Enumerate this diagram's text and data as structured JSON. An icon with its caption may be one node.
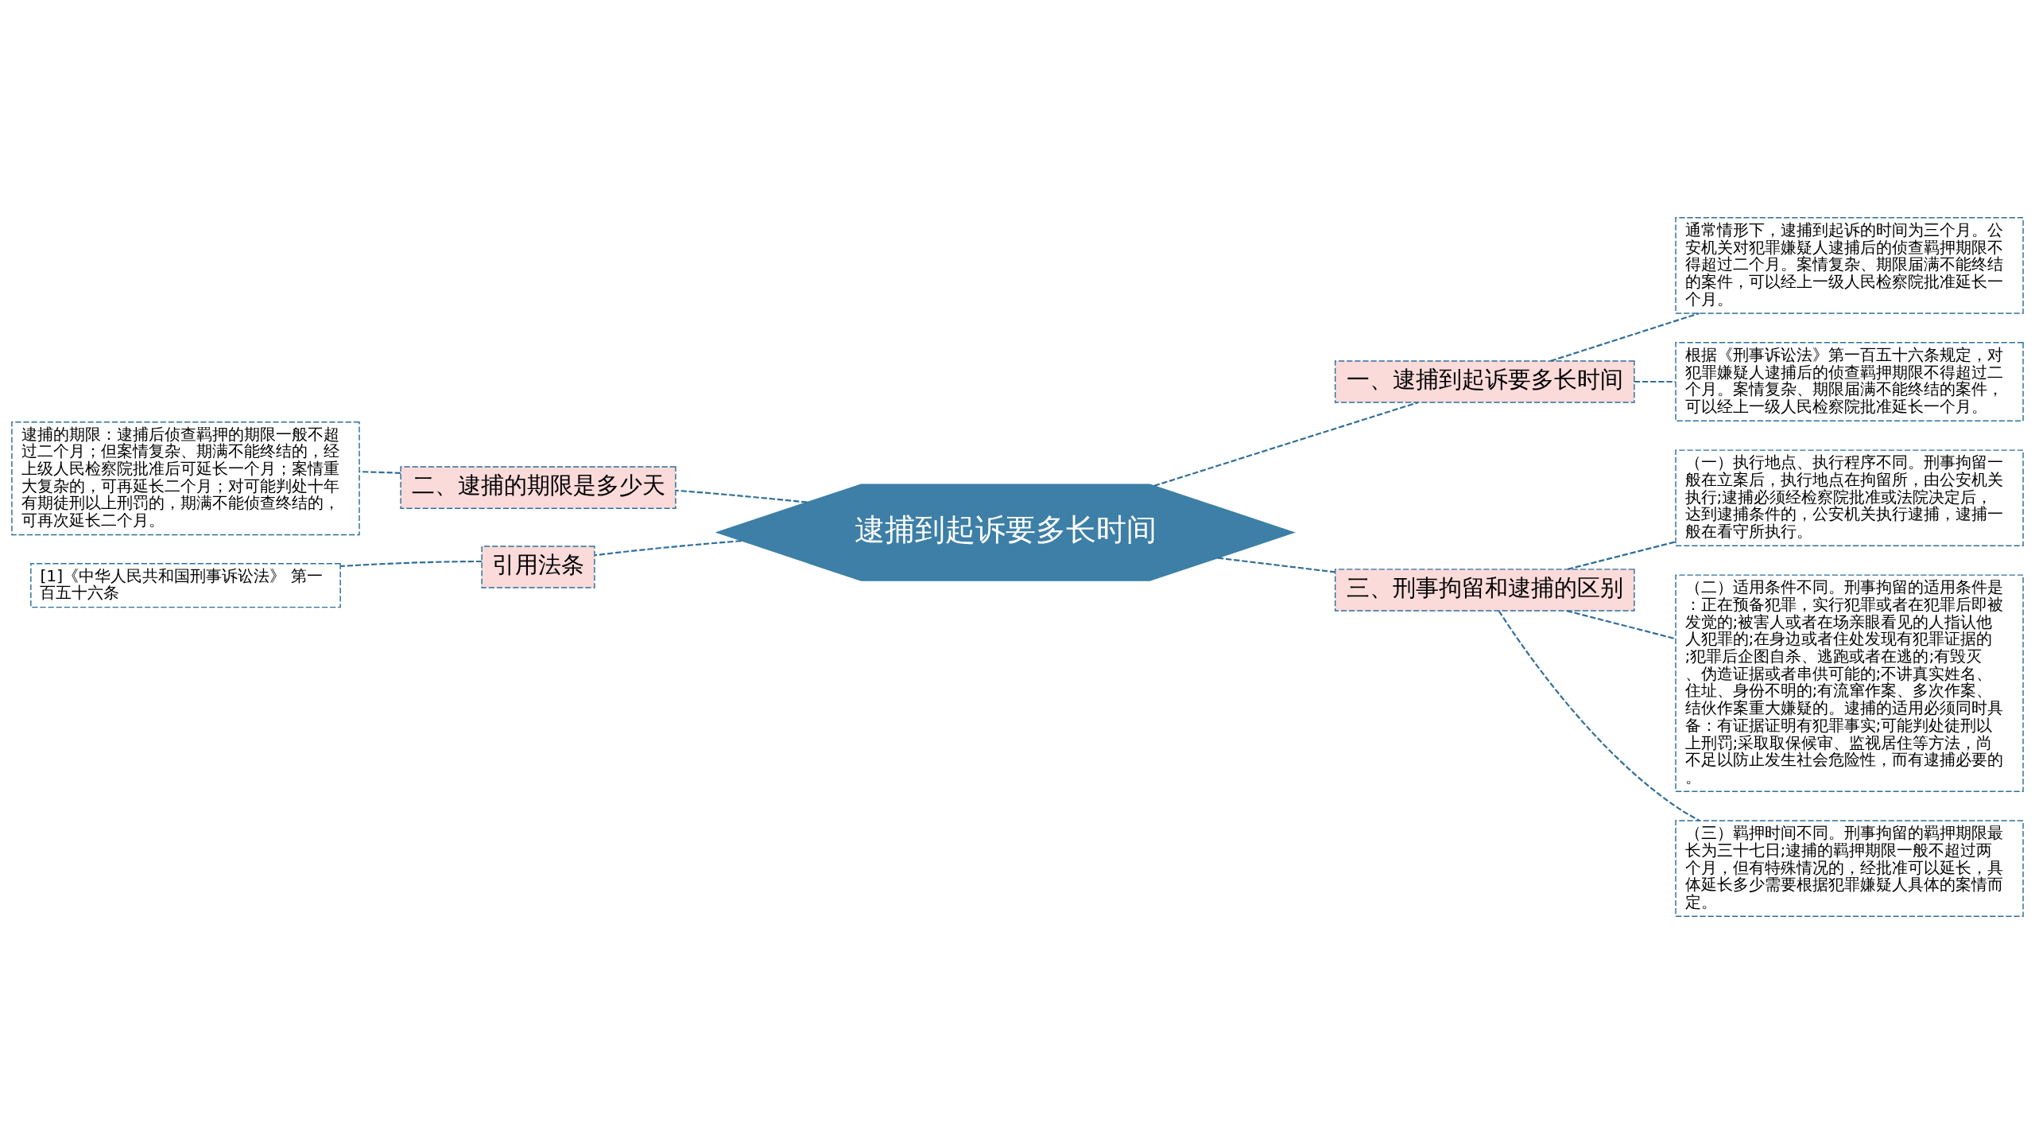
{
  "diagram": {
    "nodes": [
      {
        "text": [
          "逮捕到起诉要多长时间"
        ]
      },
      {
        "text": [
          "一、逮捕到起诉要多长时间"
        ]
      },
      {
        "text": [
          "通常情形下，逮捕到起诉的时间为三个月。公安机关对犯罪嫌疑人逮捕后的侦查羁押期限不得超过二个月。案情复杂、期限届满不能终结的案件，可以经上一级人民检察院批准延长一个月。"
        ]
      },
      {
        "text": [
          "根据《刑事诉讼法》第一百五十六条规定，对犯罪嫌疑人逮捕后的侦查羁押期限不得超过二个月。案情复杂、期限届满不能终结的案件，可以经上一级人民检察院批准延长一个月。"
        ]
      },
      {
        "text": [
          "三、刑事拘留和逮捕的区别"
        ]
      },
      {
        "text": [
          "（一）执行地点、执行程序不同。刑事拘留一般在立案后，执行地点在拘留所，由公安机关执行;逮捕必须经检察院批准或法院决定后，达到逮捕条件的，公安机关执行逮捕，逮捕一般在看守所执行。"
        ]
      },
      {
        "text": [
          "（二）适用条件不同。刑事拘留的适用条件是：正在预备犯罪，实行犯罪或者在犯罪后即被发觉的;被害人或者在场亲眼看见的人指认他人犯罪的;在身边或者住处发现有犯罪证据的;犯罪后企图自杀、逃跑或者在逃的;有毁灭、伪造证据或者串供可能的;不讲真实姓名、住址、身份不明的;有流窜作案、多次作案、结伙作案重大嫌疑的。逮捕的适用必须同时具备：有证据证明有犯罪事实;可能判处徒刑以上刑罚;采取取保候审、监视居住等方法，尚不足以防止发生社会危险性，而有逮捕必要的。"
        ]
      },
      {
        "text": [
          "（三）羁押时间不同。刑事拘留的羁押期限最长为三十七日;逮捕的羁押期限一般不超过两个月，但有特殊情况的，经批准可以延长，具体延长多少需要根据犯罪嫌疑人具体的案情而定。"
        ]
      },
      {
        "text": [
          "二、逮捕的期限是多少天"
        ]
      },
      {
        "text": [
          "逮捕的期限：逮捕后侦查羁押的期限一般不超过二个月；但案情复杂、期满不能终结的，经上级人民检察院批准后可延长一个月；案情重大复杂的，可再延长二个月；对可能判处十年有期徒刑以上刑罚的，期满不能侦查终结的，可再次延长二个月。"
        ]
      },
      {
        "text": [
          "引用法条"
        ]
      },
      {
        "text": [
          "[1]《中华人民共和国刑事诉讼法》 第一百五十六条"
        ]
      }
    ],
    "edges": [
      {
        "from": 0,
        "to": 1,
        "arrow": "none",
        "style": "dashed"
      },
      {
        "from": 1,
        "to": 2,
        "arrow": "none",
        "style": "dashed"
      },
      {
        "from": 1,
        "to": 3,
        "arrow": "none",
        "style": "dashed"
      },
      {
        "from": 0,
        "to": 4,
        "arrow": "none",
        "style": "dashed"
      },
      {
        "from": 4,
        "to": 5,
        "arrow": "none",
        "style": "dashed"
      },
      {
        "from": 4,
        "to": 6,
        "arrow": "none",
        "style": "dashed"
      },
      {
        "from": 4,
        "to": 7,
        "arrow": "none",
        "style": "dashed"
      },
      {
        "from": 0,
        "to": 8,
        "arrow": "none",
        "style": "dashed"
      },
      {
        "from": 8,
        "to": 9,
        "arrow": "none",
        "style": "dashed"
      },
      {
        "from": 0,
        "to": 10,
        "arrow": "none",
        "style": "dashed"
      },
      {
        "from": 10,
        "to": 11,
        "arrow": "none",
        "style": "dashed"
      }
    ]
  }
}
